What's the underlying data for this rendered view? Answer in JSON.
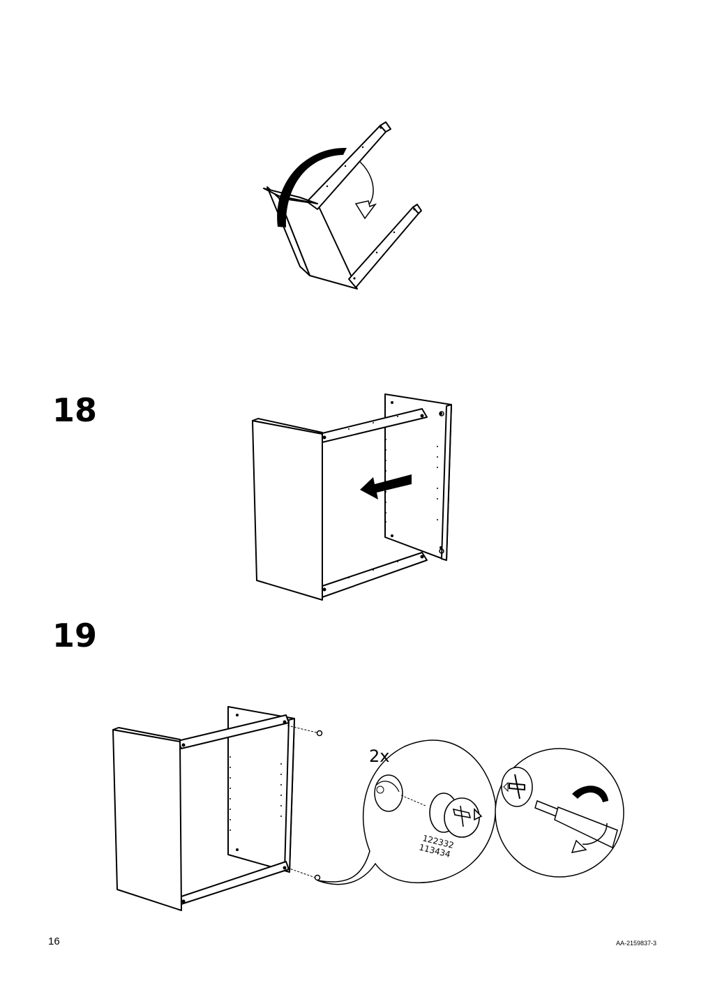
{
  "page": {
    "page_number": "16",
    "doc_code": "AA-2159837-3"
  },
  "steps": [
    {
      "number": "18"
    },
    {
      "number": "19"
    }
  ],
  "step19": {
    "quantity": "2x",
    "part_codes": [
      "122332",
      "113434"
    ]
  },
  "icons": [
    "rotate-arrow-icon",
    "push-arrow-icon",
    "cam-lock-icon",
    "screwdriver-icon",
    "turn-arrow-icon"
  ],
  "colors": {
    "ink": "#000000",
    "paper": "#ffffff"
  }
}
